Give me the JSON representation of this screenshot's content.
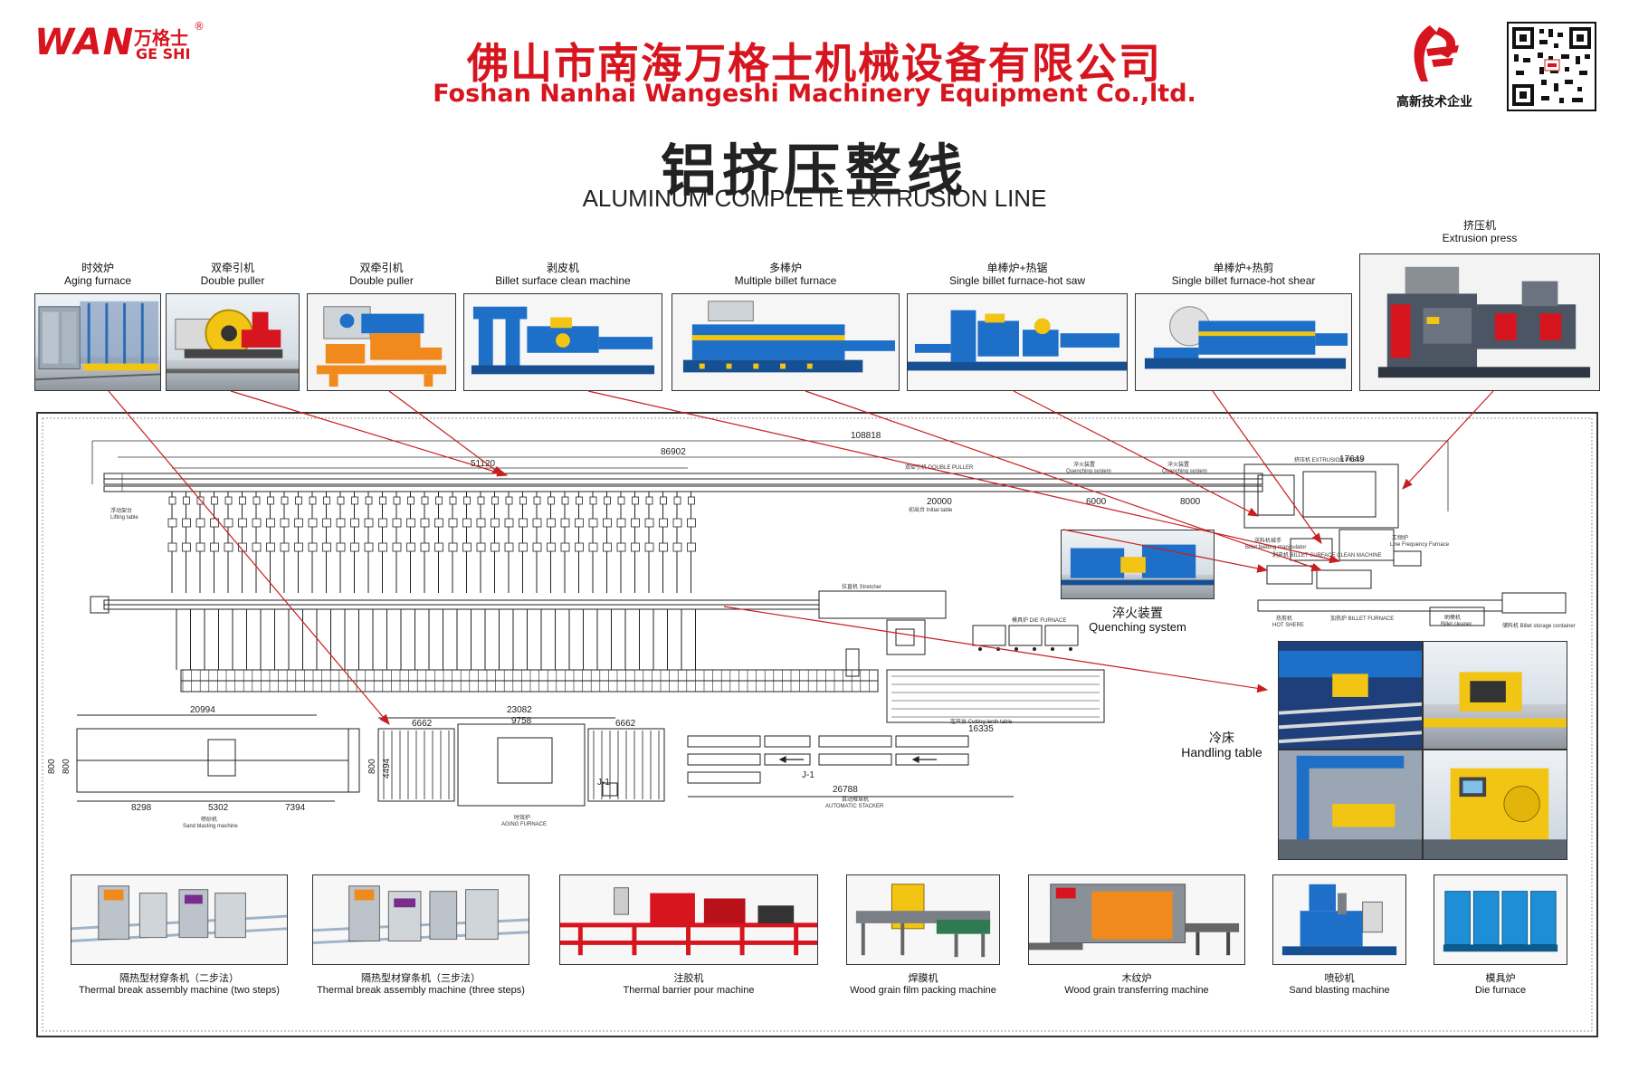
{
  "header": {
    "logo_wan": "WAN",
    "logo_cn": "万格士",
    "logo_en": "GE SHI",
    "logo_reg": "®",
    "company_cn": "佛山市南海万格士机械设备有限公司",
    "company_en": "Foshan Nanhai Wangeshi Machinery Equipment Co.,ltd.",
    "hitech_label": "高新技术企业",
    "title_cn": "铝挤压整线",
    "title_en": "ALUMINUM COMPLETE EXTRUSION LINE"
  },
  "top_equipment": [
    {
      "cn": "时效炉",
      "en": "Aging furnace"
    },
    {
      "cn": "双牵引机",
      "en": "Double puller"
    },
    {
      "cn": "双牵引机",
      "en": "Double puller"
    },
    {
      "cn": "剥皮机",
      "en": "Billet surface clean machine"
    },
    {
      "cn": "多棒炉",
      "en": "Multiple billet furnace"
    },
    {
      "cn": "单棒炉+热锯",
      "en": "Single billet furnace-hot saw"
    },
    {
      "cn": "单棒炉+热剪",
      "en": "Single billet furnace-hot shear"
    },
    {
      "cn": "挤压机",
      "en": "Extrusion press"
    }
  ],
  "side_equipment": [
    {
      "cn": "淬火装置",
      "en": "Quenching system"
    },
    {
      "cn": "冷床",
      "en": "Handling table"
    }
  ],
  "bottom_equipment": [
    {
      "cn": "隔热型材穿条机（二步法）",
      "en": "Thermal break assembly machine (two steps)"
    },
    {
      "cn": "隔热型材穿条机（三步法）",
      "en": "Thermal break assembly machine (three steps)"
    },
    {
      "cn": "注胶机",
      "en": "Thermal barrier pour machine"
    },
    {
      "cn": "焊膜机",
      "en": "Wood grain film packing machine"
    },
    {
      "cn": "木纹炉",
      "en": "Wood grain transferring machine"
    },
    {
      "cn": "喷砂机",
      "en": "Sand blasting machine"
    },
    {
      "cn": "模具炉",
      "en": "Die furnace"
    }
  ],
  "plan": {
    "dims": {
      "d108818": "108818",
      "d86902": "86902",
      "d51120": "51120",
      "d20000": "20000",
      "d6000": "6000",
      "d8000": "8000",
      "d17649": "17649",
      "d20994": "20994",
      "d8298": "8298",
      "d5302": "5302",
      "d7394": "7394",
      "d23082": "23082",
      "d6662a": "6662",
      "d9758": "9758",
      "d6662b": "6662",
      "d16335": "16335",
      "d26788": "26788",
      "d800a": "800",
      "d800b": "800",
      "d800c": "800",
      "d4494": "4494"
    },
    "labels": {
      "double_puller": "双牵引机 DOUBLE PULLER",
      "initial_table": "初出台  Initial table",
      "lifting_table_cn": "浮动架台",
      "lifting_table_en": "Lifting table",
      "stretcher": "拉直机  Stretcher",
      "quench_cn": "淬火装置",
      "quench_en": "Quenching system",
      "extrusion_press": "挤压机  EXTRUSION PRESS",
      "hot_feed_cn": "送料机械手",
      "hot_feed_en": "Billet feeding manipulator",
      "billet_clean": "剥皮机  BILLET SURFACE CLEAN MACHINE",
      "hot_shear_cn": "热剪机",
      "hot_shear_en": "HOT SHERE",
      "billet_furnace": "加热炉  BILLET FURNACE",
      "billet_cleaner_cn": "刷棒机",
      "billet_cleaner_en": "Billet cleaner",
      "billet_storage": "储料机  Billet storage container",
      "induction_cn": "工频炉",
      "induction_en": "Line Frequency Furnace",
      "die_furnace": "模具炉  DIE FURNACE",
      "cutting_table": "定尺台  Cutting lenth table",
      "sand_blasting_cn": "喷砂机",
      "sand_blasting_en": "Sand blasting machine",
      "aging_cn": "时效炉",
      "aging_en": "AGING FURNACE",
      "stacker_cn": "自动堆垛机",
      "stacker_en": "AUTOMATIC STACKER",
      "j1a": "J-1",
      "j1b": "J-1"
    }
  },
  "colors": {
    "brand_red": "#d7151f",
    "arrow_red": "#c81e1e",
    "machine_blue": "#1e6fc8",
    "machine_yellow": "#f2c414",
    "machine_orange": "#f08a1c"
  }
}
